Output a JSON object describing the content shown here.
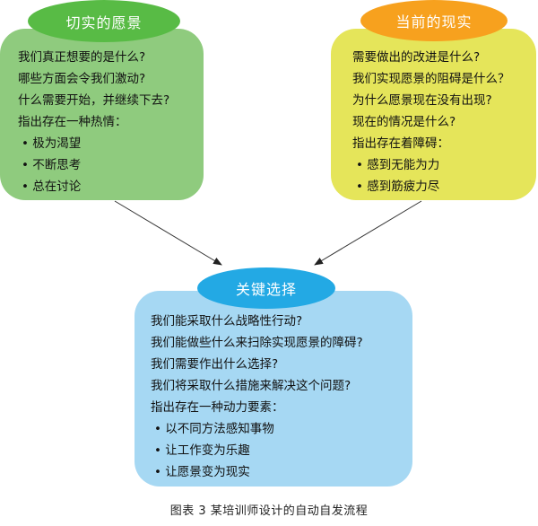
{
  "left": {
    "title": "切实的愿景",
    "lines": [
      "我们真正想要的是什么?",
      "哪些方面会令我们激动?",
      "什么需要开始，并继续下去?",
      "指出存在一种热情：",
      "• 极为渴望",
      "• 不断思考",
      "• 总在讨论"
    ]
  },
  "right": {
    "title": "当前的现实",
    "lines": [
      "需要做出的改进是什么?",
      "我们实现愿景的阻碍是什么？",
      "为什么愿景现在没有出现?",
      "现在的情况是什么?",
      "指出存在着障碍：",
      "• 感到无能为力",
      "• 感到筋疲力尽"
    ]
  },
  "center": {
    "title": "关键选择",
    "lines": [
      "我们能采取什么战略性行动?",
      "我们能做些什么来扫除实现愿景的障碍?",
      "我们需要作出什么选择?",
      "我们将采取什么措施来解决这个问题?",
      "指出存在一种动力要素：",
      "• 以不同方法感知事物",
      "• 让工作变为乐趣",
      "• 让愿景变为现实"
    ]
  },
  "caption": "图表 3   某培训师设计的自动自发流程",
  "colors": {
    "left_box": "#8fcb7e",
    "left_ellipse": "#58bb45",
    "right_box": "#e5e55a",
    "right_ellipse": "#f7a11e",
    "center_box": "#a6d8f3",
    "center_ellipse": "#23a9e4"
  }
}
